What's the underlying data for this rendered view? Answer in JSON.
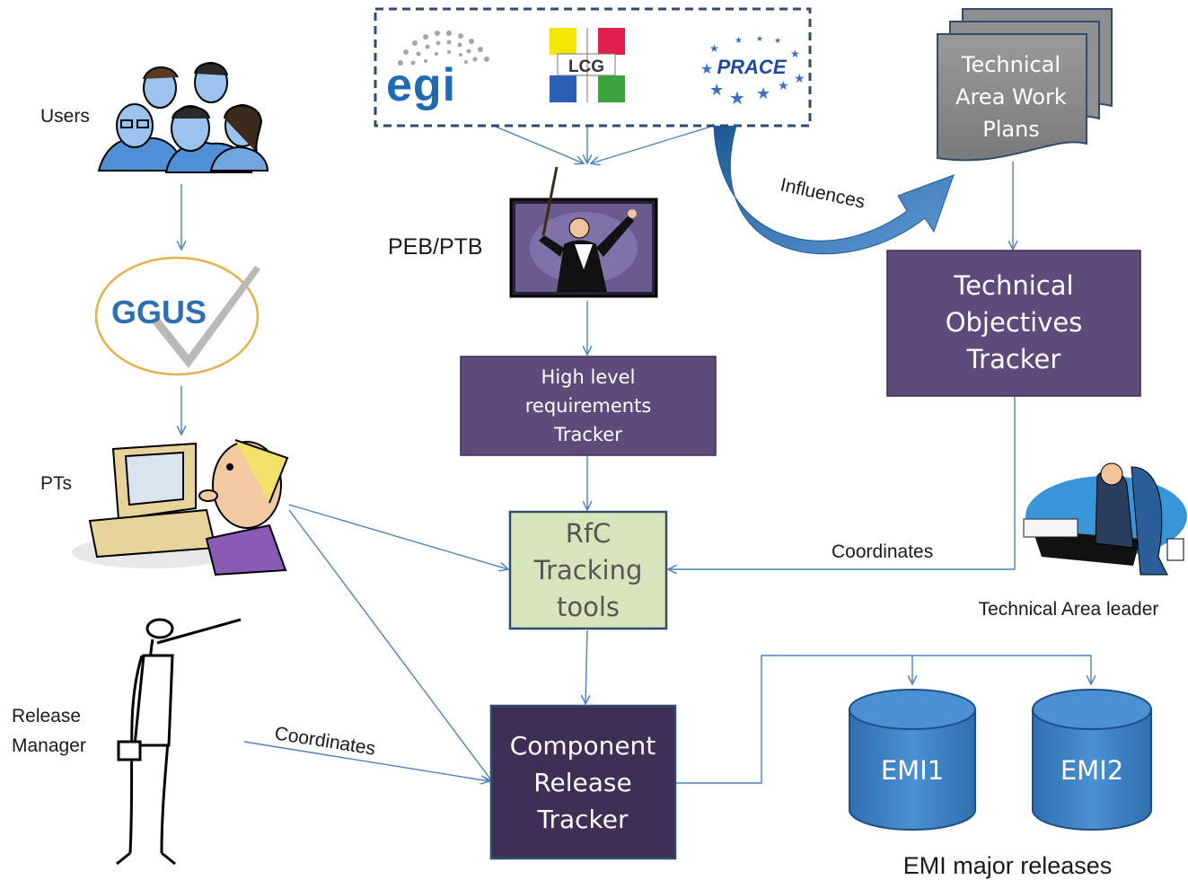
{
  "labels": {
    "users": "Users",
    "pts": "PTs",
    "release_manager_line1": "Release",
    "release_manager_line2": "Manager",
    "peb_ptb": "PEB/PTB",
    "influences": "Influences",
    "coordinates_right": "Coordinates",
    "coordinates_left": "Coordinates",
    "technical_area_leader": "Technical Area leader",
    "emi_major_releases": "EMI major releases"
  },
  "logos": {
    "egi": "egi",
    "lcg": "LCG",
    "prace": "PRACE",
    "ggus": "GGUS"
  },
  "boxes": {
    "work_plans": [
      "Technical",
      "Area Work",
      "Plans"
    ],
    "objectives_tracker": [
      "Technical",
      "Objectives",
      "Tracker"
    ],
    "high_level_tracker": [
      "High level",
      "requirements",
      "Tracker"
    ],
    "rfc_tools": [
      "RfC",
      "Tracking",
      "tools"
    ],
    "component_release": [
      "Component",
      "Release",
      "Tracker"
    ]
  },
  "releases": {
    "emi1": "EMI1",
    "emi2": "EMI2"
  },
  "colors": {
    "tracker_purple": "#5f4b7b",
    "component_dark": "#3f2e56",
    "rfc_green": "#d8e4bc",
    "db_blue": "#3e82c5",
    "arrow_blue": "#4f81bd",
    "ggus_blue": "#2d6fb3"
  }
}
